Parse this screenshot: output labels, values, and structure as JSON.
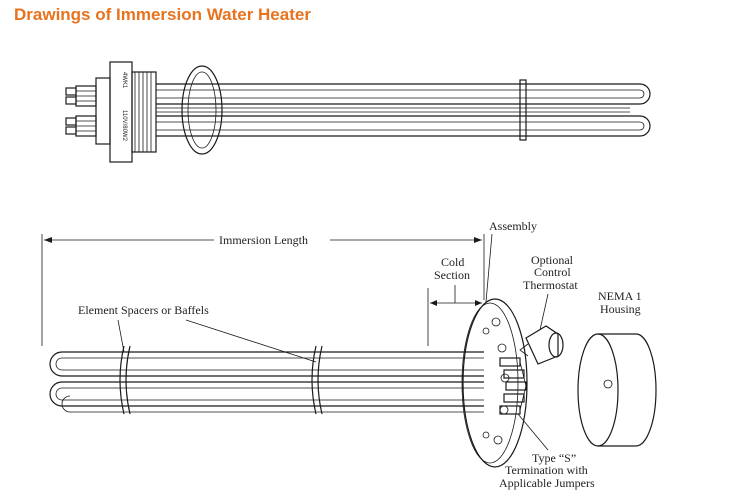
{
  "header": {
    "title": "Drawings of Immersion Water Heater"
  },
  "top_drawing": {
    "flange_text_1": "4WK1",
    "flange_text_2": "110V/80W2"
  },
  "bottom_drawing": {
    "labels": {
      "immersion_length": "Immersion Length",
      "assembly": "Assembly",
      "cold_section_1": "Cold",
      "cold_section_2": "Section",
      "optional_1": "Optional",
      "optional_2": "Control",
      "optional_3": "Thermostat",
      "nema_1": "NEMA 1",
      "nema_2": "Housing",
      "spacers": "Element Spacers or Baffels",
      "type_s_1": "Type “S”",
      "type_s_2": "Termination with",
      "type_s_3": "Applicable Jumpers"
    }
  }
}
